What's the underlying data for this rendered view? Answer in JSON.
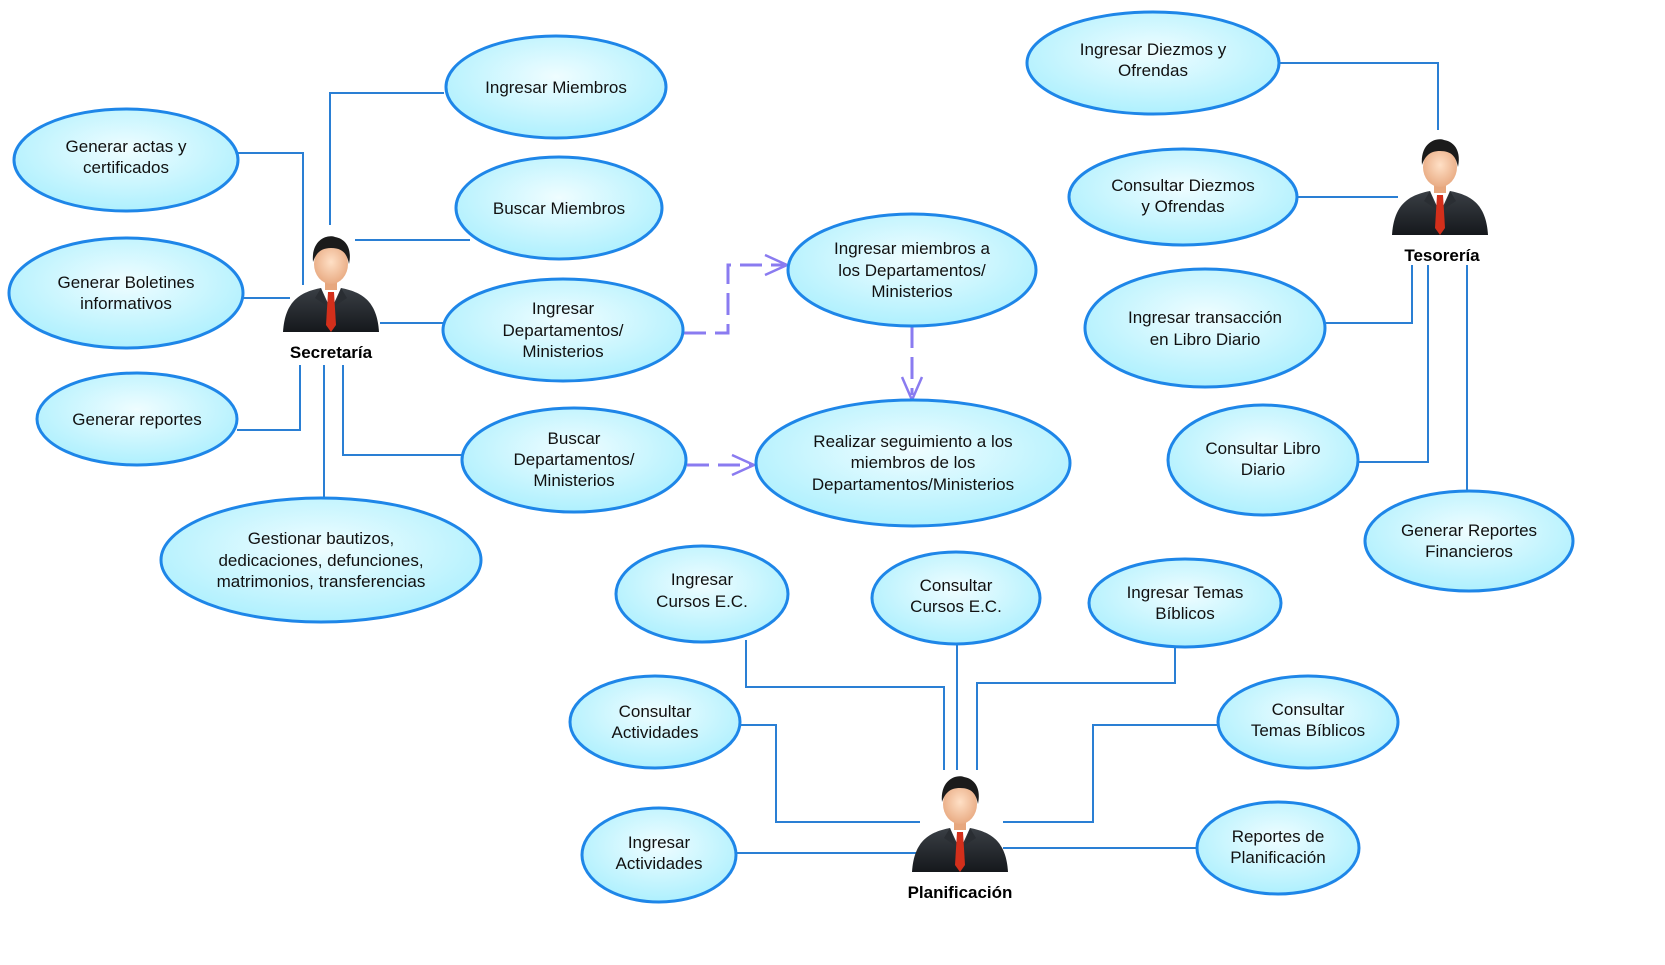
{
  "actors": {
    "secretaria": "Secretaría",
    "tesoreria": "Tesorería",
    "planificacion": "Planificación"
  },
  "use_cases": {
    "ingresar_miembros": [
      "Ingresar Miembros"
    ],
    "generar_actas": [
      "Generar actas y",
      "certificados"
    ],
    "buscar_miembros": [
      "Buscar Miembros"
    ],
    "generar_boletines": [
      "Generar Boletines",
      "informativos"
    ],
    "ingresar_departamentos": [
      "Ingresar",
      "Departamentos/",
      "Ministerios"
    ],
    "generar_reportes": [
      "Generar reportes"
    ],
    "buscar_departamentos": [
      "Buscar",
      "Departamentos/",
      "Ministerios"
    ],
    "gestionar_bautizos": [
      "Gestionar bautizos,",
      "dedicaciones, defunciones,",
      "matrimonios, transferencias"
    ],
    "ingresar_miembros_departamentos": [
      "Ingresar miembros a",
      "los Departamentos/",
      "Ministerios"
    ],
    "realizar_seguimiento": [
      "Realizar seguimiento a los",
      "miembros de los",
      "Departamentos/Ministerios"
    ],
    "ingresar_diezmos": [
      "Ingresar Diezmos y",
      "Ofrendas"
    ],
    "consultar_diezmos": [
      "Consultar Diezmos",
      "y Ofrendas"
    ],
    "ingresar_transaccion": [
      "Ingresar transacción",
      "en Libro Diario"
    ],
    "consultar_libro": [
      "Consultar Libro",
      "Diario"
    ],
    "generar_reportes_financieros": [
      "Generar Reportes",
      "Financieros"
    ],
    "ingresar_cursos": [
      "Ingresar",
      "Cursos E.C."
    ],
    "consultar_cursos": [
      "Consultar",
      "Cursos E.C."
    ],
    "ingresar_temas": [
      "Ingresar Temas",
      "Bíblicos"
    ],
    "consultar_actividades": [
      "Consultar",
      "Actividades"
    ],
    "consultar_temas": [
      "Consultar",
      "Temas Bíblicos"
    ],
    "ingresar_actividades": [
      "Ingresar",
      "Actividades"
    ],
    "reportes_planificacion": [
      "Reportes de",
      "Planificación"
    ]
  },
  "colors": {
    "ellipse_fill_top": "#e4fbff",
    "ellipse_fill_bottom": "#aef1ff",
    "ellipse_stroke": "#1e86e8",
    "connector": "#2a7fd4",
    "dependency": "#8a7bf0"
  }
}
